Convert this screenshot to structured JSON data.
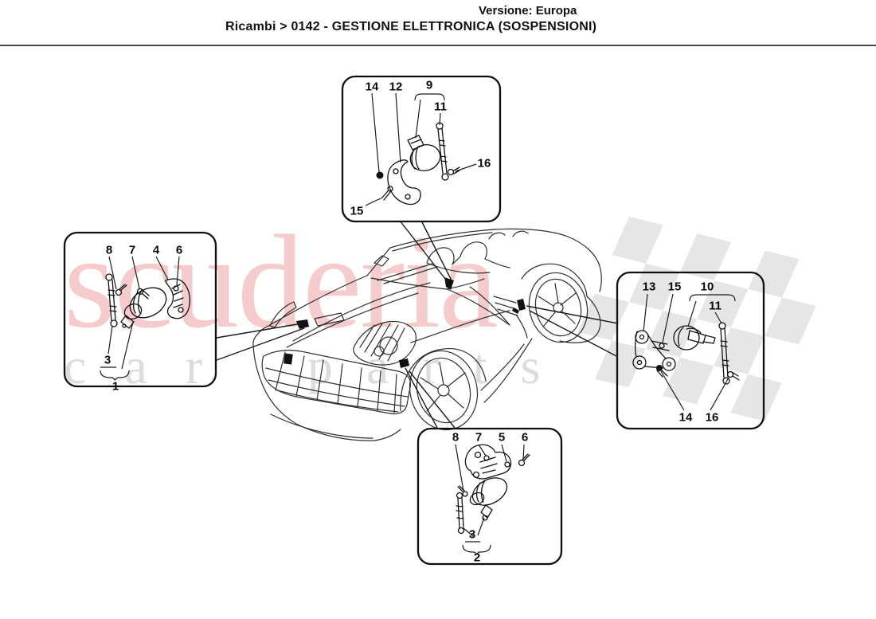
{
  "header": {
    "version_label": "Versione: Europa",
    "breadcrumb": "Ricambi > 0142 - GESTIONE ELETTRONICA (SOSPENSIONI)"
  },
  "watermark": {
    "brand": "scuderia",
    "word_car": "car",
    "word_parts": "parts",
    "brand_color": "#f5cbcb",
    "letters_color": "#dcdcdc",
    "checker_color": "#e6e6e6"
  },
  "callouts": {
    "top": {
      "part14": "14",
      "part12": "12",
      "part9": "9",
      "part11": "11",
      "part16": "16",
      "part15": "15"
    },
    "left": {
      "part8": "8",
      "part7": "7",
      "part4": "4",
      "part6": "6",
      "part3": "3",
      "part1": "1"
    },
    "right": {
      "part13": "13",
      "part15": "15",
      "part10": "10",
      "part11": "11",
      "part14": "14",
      "part16": "16"
    },
    "bottom": {
      "part8": "8",
      "part7": "7",
      "part5": "5",
      "part6": "6",
      "part3": "3",
      "part2": "2"
    }
  }
}
